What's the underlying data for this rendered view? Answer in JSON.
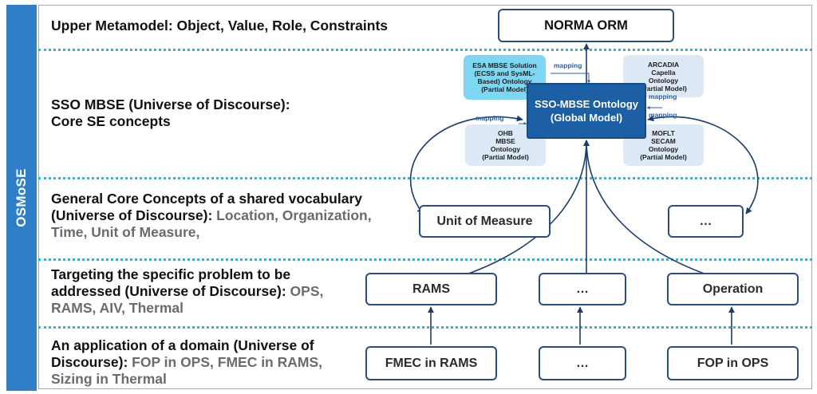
{
  "sidebar": {
    "label": "OSMoSE"
  },
  "layers": [
    {
      "title": "Upper Metamodel: Object, Value, Role, Constraints",
      "examples": ""
    },
    {
      "title": "SSO MBSE (Universe of Discourse):",
      "title2": "Core SE concepts",
      "examples": ""
    },
    {
      "title": "General Core Concepts of a shared vocabulary",
      "title2": "(Universe of Discourse): ",
      "examples": "Location, Organization,",
      "examples2": "Time, Unit of Measure,"
    },
    {
      "title": "Targeting the specific problem to be",
      "title2": "addressed (Universe of Discourse): ",
      "examples": "OPS,",
      "examples2": "RAMS, AIV, Thermal"
    },
    {
      "title": "An application of a domain (Universe of",
      "title2": "Discourse):  ",
      "examples": "FOP in OPS, FMEC in RAMS,",
      "examples2": "Sizing in Thermal"
    }
  ],
  "boxes": {
    "norma": "NORMA ORM",
    "unit_of_measure": "Unit of Measure",
    "ellipsis_general": "…",
    "rams": "RAMS",
    "ellipsis_problem": "…",
    "operation": "Operation",
    "fmec": "FMEC in RAMS",
    "ellipsis_app": "…",
    "fop": "FOP in OPS"
  },
  "global_model": {
    "line1": "SSO-MBSE Ontology",
    "line2": "(Global Model)"
  },
  "partial_models": {
    "esa": [
      "ESA MBSE Solution",
      "(ECSS and SysML-",
      "Based) Ontology",
      "(Partial Model)"
    ],
    "arcadia": [
      "ARCADIA",
      "Capella",
      "Ontology",
      "(Partial Model)"
    ],
    "ohb": [
      "OHB",
      "MBSE",
      "Ontology",
      "(Partial Model)"
    ],
    "moflt": [
      "MOFLT",
      "SECAM",
      "Ontology",
      "(Partial Model)"
    ]
  },
  "mapping_label": "mapping"
}
